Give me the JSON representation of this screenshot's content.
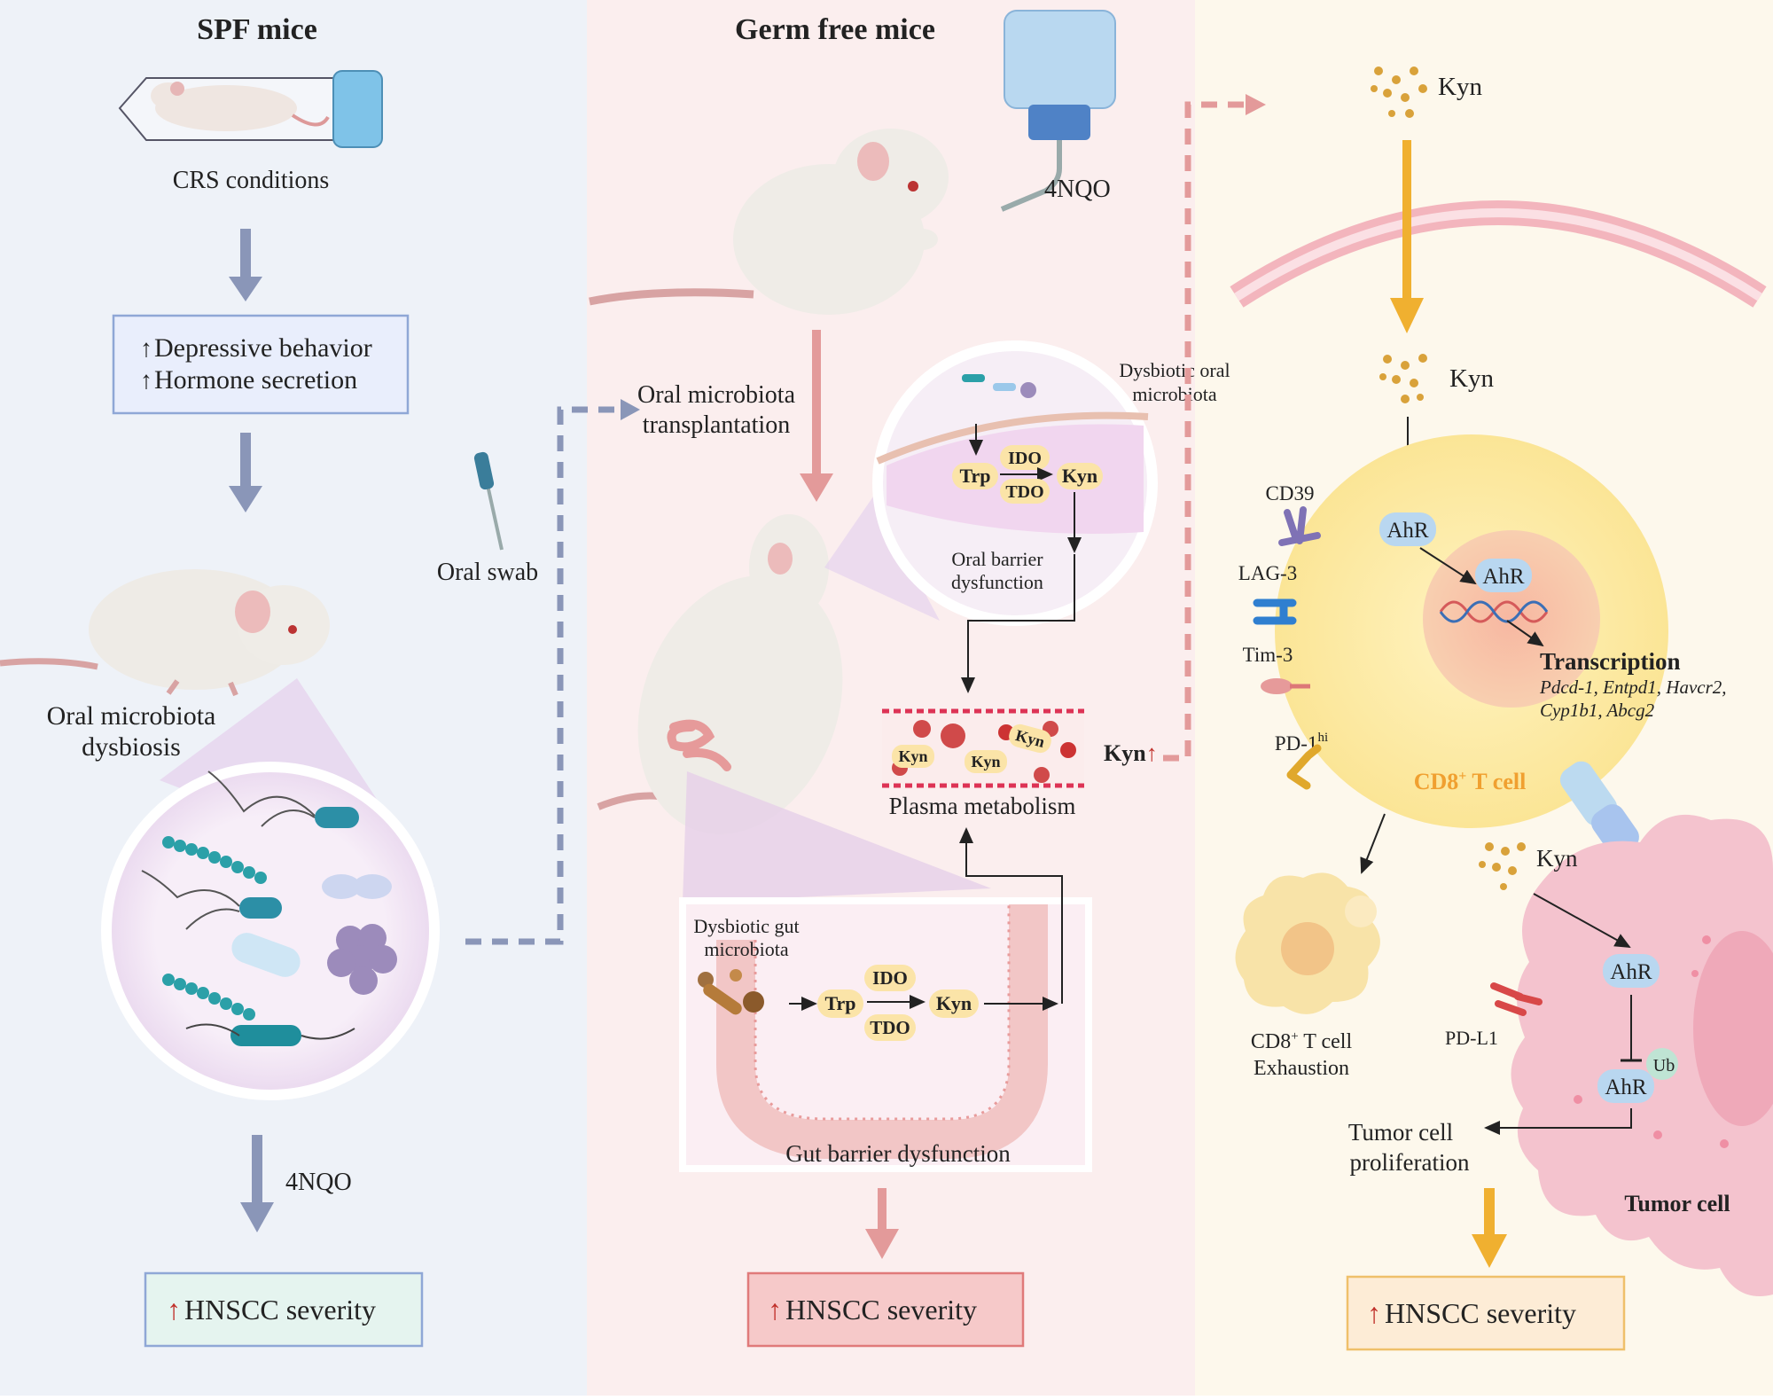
{
  "panels": {
    "spf": {
      "title": "SPF mice",
      "crs": "CRS conditions",
      "box_line1": "Depressive behavior",
      "box_line2": "Hormone secretion",
      "dysbiosis_line1": "Oral microbiota",
      "dysbiosis_line2": "dysbiosis",
      "carcinogen": "4NQO",
      "outcome": "HNSCC severity",
      "oral_swab": "Oral swab"
    },
    "gf": {
      "title": "Germ free mice",
      "carcinogen": "4NQO",
      "transplant_line1": "Oral microbiota",
      "transplant_line2": "transplantation",
      "oral_inset": {
        "microbiota_line1": "Dysbiotic oral",
        "microbiota_line2": "microbiota",
        "trp": "Trp",
        "ido": "IDO",
        "tdo": "TDO",
        "kyn": "Kyn",
        "barrier_line1": "Oral barrier",
        "barrier_line2": "dysfunction"
      },
      "plasma": {
        "label": "Plasma metabolism",
        "kyn_tags": [
          "Kyn",
          "Kyn",
          "Kyn"
        ],
        "kyn_up": "Kyn"
      },
      "gut_inset": {
        "microbiota_line1": "Dysbiotic gut",
        "microbiota_line2": "microbiota",
        "trp": "Trp",
        "ido": "IDO",
        "tdo": "TDO",
        "kyn": "Kyn",
        "barrier": "Gut barrier dysfunction"
      },
      "outcome": "HNSCC severity"
    },
    "mech": {
      "kyn_top": "Kyn",
      "kyn_inside": "Kyn",
      "ahr_cyto": "AhR",
      "ahr_nucleus": "AhR",
      "transcription": "Transcription",
      "genes_line1": "Pdcd-1, Entpd1, Havcr2,",
      "genes_line2": "Cyp1b1, Abcg2",
      "receptors": {
        "cd39": "CD39",
        "lag3": "LAG-3",
        "tim3": "Tim-3",
        "pd1": "PD-1",
        "pd1_sup": "hi"
      },
      "cell_label": "CD8",
      "cell_label_sup": "+",
      "cell_label_rest": " T cell",
      "exhaustion_line1": "CD8",
      "exhaustion_sup": "+",
      "exhaustion_line1_rest": " T cell",
      "exhaustion_line2": "Exhaustion",
      "kyn_tumor": "Kyn",
      "pdl1": "PD-L1",
      "ahr_tumor": "AhR",
      "ahr_ub": "AhR",
      "ub": "Ub",
      "proliferation_line1": "Tumor cell",
      "proliferation_line2": "proliferation",
      "tumor_label": "Tumor cell",
      "outcome": "HNSCC severity"
    }
  },
  "colors": {
    "spf_bg": "#eef2f8",
    "gf_bg": "#fbeeee",
    "mech_bg": "#fdf8ec",
    "spf_arrow": "#8a96b8",
    "gf_arrow": "#e39a9a",
    "mech_arrow": "#f0b030",
    "up_arrow": "#c0302a",
    "cd8_cell": "#fbeaa0",
    "nucleus": "#f6c7a6",
    "tumor": "#f2b8c4"
  }
}
